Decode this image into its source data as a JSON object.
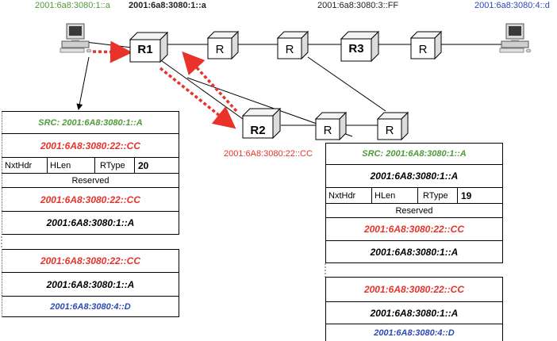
{
  "addresses": {
    "host_a": "2001:6a8:3080:1::a",
    "r1_addr": "2001:6a8:3080:1::a",
    "r3_addr": "2001:6a8:3080:3::FF",
    "host_d": "2001:6a8:3080:4::d",
    "r2_addr": "2001:6A8:3080:22::CC"
  },
  "routers": {
    "r1": "R1",
    "r2": "R2",
    "r3": "R3",
    "generic": "R"
  },
  "packet1": {
    "src": "SRC: 2001:6A8:3080:1::A",
    "dst": "2001:6A8:3080:22::CC",
    "nxthdr": "NxtHdr",
    "hlen": "HLen",
    "rtype": "RType",
    "rtype_value": "20",
    "reserved": "Reserved",
    "addr1": "2001:6A8:3080:22::CC",
    "addr2": "2001:6A8:3080:1::A"
  },
  "packet1b": {
    "addr1": "2001:6A8:3080:22::CC",
    "addr2": "2001:6A8:3080:1::A",
    "addr3": "2001:6A8:3080:4::D"
  },
  "packet2": {
    "src": "SRC: 2001:6A8:3080:1::A",
    "dst": "2001:6A8:3080:1::A",
    "nxthdr": "NxtHdr",
    "hlen": "HLen",
    "rtype": "RType",
    "rtype_value": "19",
    "reserved": "Reserved",
    "addr1": "2001:6A8:3080:22::CC",
    "addr2": "2001:6A8:3080:1::A"
  },
  "packet2b": {
    "addr1": "2001:6A8:3080:22::CC",
    "addr2": "2001:6A8:3080:1::A",
    "addr3": "2001:6A8:3080:4::D"
  },
  "colors": {
    "green": "#4f9a3a",
    "blue": "#2c49b5",
    "red": "#e8322a"
  }
}
